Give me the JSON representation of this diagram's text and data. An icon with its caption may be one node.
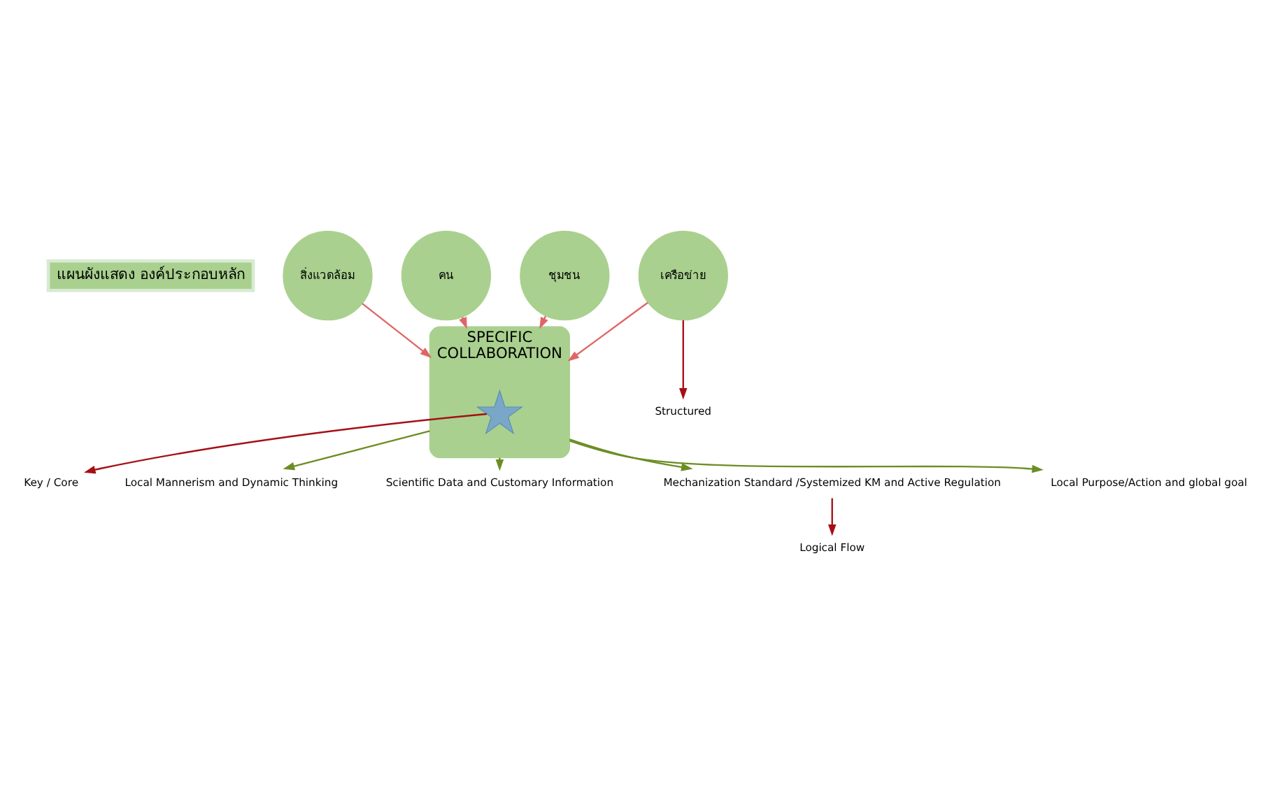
{
  "diagram": {
    "nodes": [
      {
        "text": [
          "แผนผังแสดง องค์ประกอบหลัก"
        ]
      },
      {
        "text": [
          "สิ่งแวดล้อม"
        ]
      },
      {
        "text": [
          "SPECIFIC",
          "COLLABORATION"
        ]
      },
      {
        "text": [
          "เครือข่าย"
        ]
      },
      {
        "text": [
          "คน"
        ]
      },
      {
        "text": [
          "ชุมชน"
        ]
      },
      {
        "text": [],
        "shape": "star",
        "in": 2
      },
      {
        "text": [
          "Key / Core"
        ]
      },
      {
        "text": [
          "Structured"
        ]
      },
      {
        "text": [
          "Logical Flow"
        ]
      },
      {
        "text": [
          "Local Mannerism and Dynamic Thinking"
        ]
      },
      {
        "text": [
          "Scientific Data and Customary Information"
        ]
      },
      {
        "text": [
          "Mechanization Standard /Systemized KM and Active Regulation"
        ]
      },
      {
        "text": [
          "Local Purpose/Action and global goal"
        ]
      }
    ],
    "edges": [
      {
        "from": 1,
        "to": 2,
        "arrow": "to",
        "color": "#e06666"
      },
      {
        "from": 3,
        "to": 2,
        "arrow": "to",
        "color": "#e06666"
      },
      {
        "from": 4,
        "to": 2,
        "arrow": "to",
        "color": "#e06666"
      },
      {
        "from": 5,
        "to": 2,
        "arrow": "to",
        "color": "#e06666"
      },
      {
        "from": 2,
        "to": 10,
        "arrow": "to",
        "color": "#6b8e23"
      },
      {
        "from": 2,
        "to": 11,
        "arrow": "to",
        "color": "#6b8e23"
      },
      {
        "from": 2,
        "to": 12,
        "arrow": "to",
        "color": "#6b8e23"
      },
      {
        "from": 2,
        "to": 13,
        "arrow": "to",
        "color": "#6b8e23"
      },
      {
        "from": 6,
        "to": 7,
        "arrow": "to",
        "color": "#a50f15"
      },
      {
        "from": 3,
        "to": 8,
        "arrow": "to",
        "color": "#a50f15"
      },
      {
        "from": 12,
        "to": 9,
        "arrow": "to",
        "color": "#a50f15"
      }
    ]
  }
}
